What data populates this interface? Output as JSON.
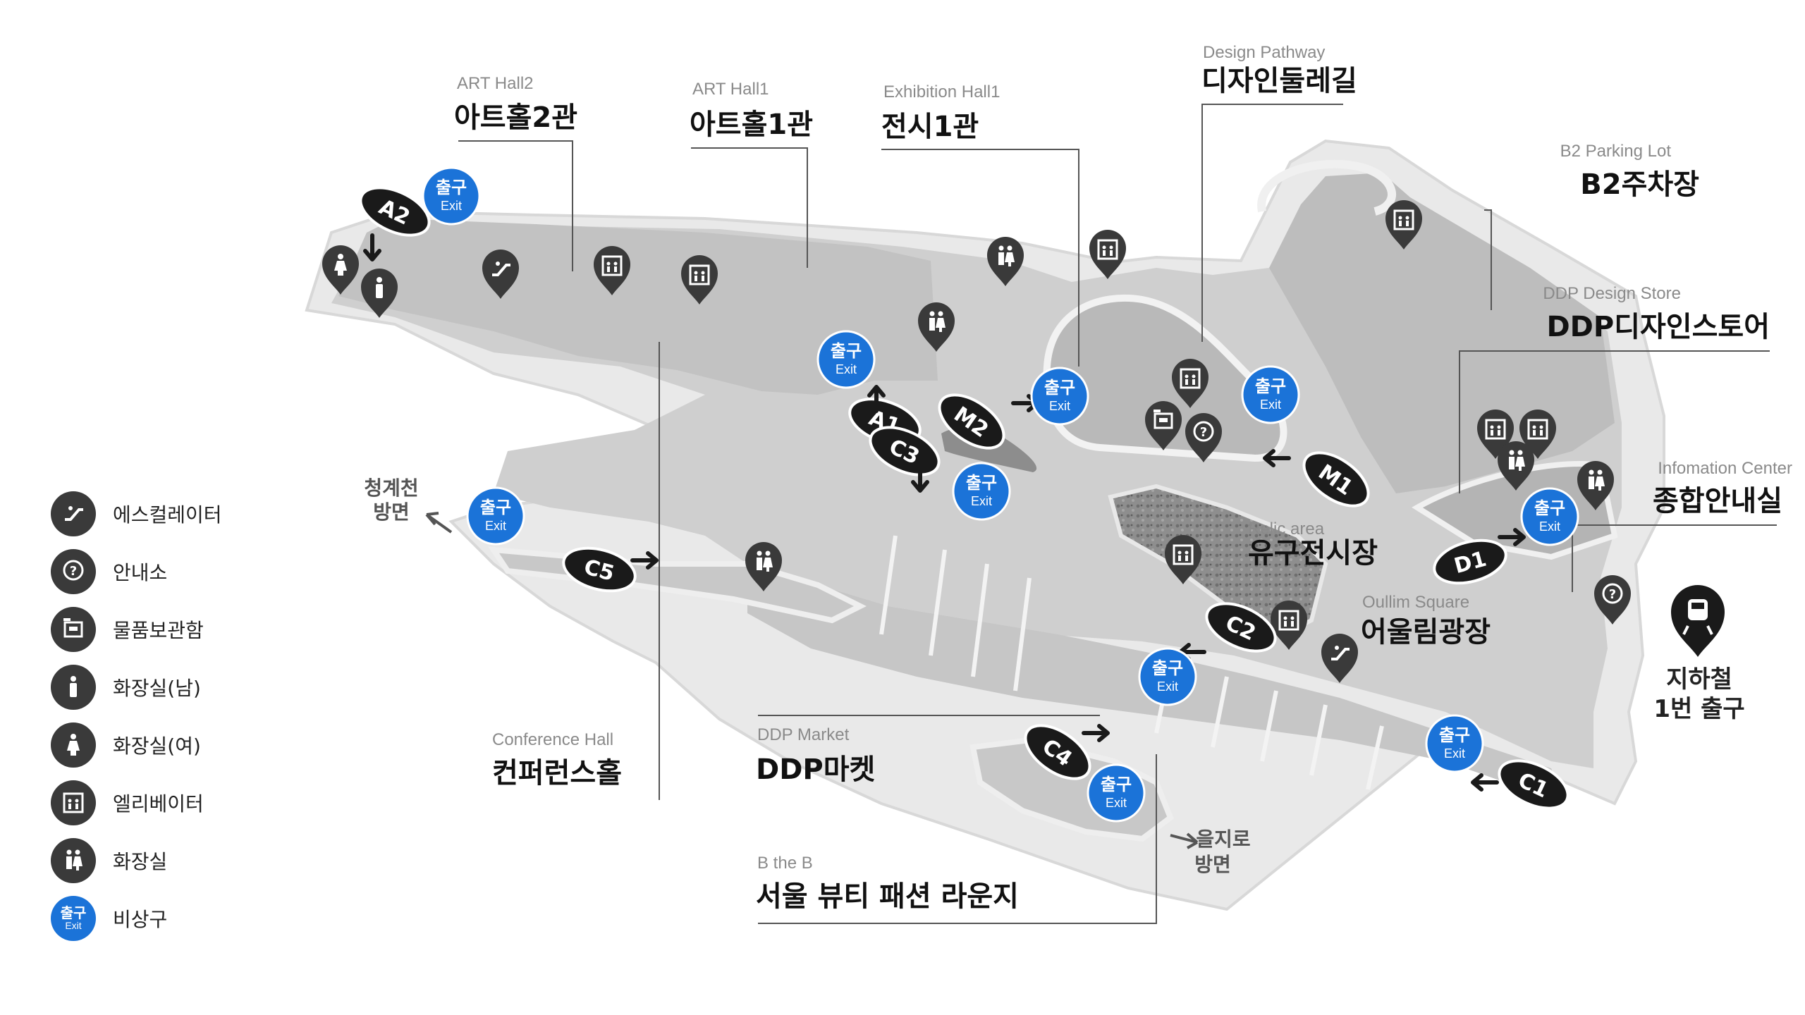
{
  "colors": {
    "floor": "#cfcfcf",
    "floor_dark": "#b7b7b7",
    "wall": "#eeeeee",
    "pin": "#3a3a3a",
    "exit": "#1b73d8",
    "text": "#111111",
    "subtext": "#8a8a8a"
  },
  "areas": {
    "art_hall2": {
      "en": "ART Hall2",
      "ko": "아트홀2관"
    },
    "art_hall1": {
      "en": "ART Hall1",
      "ko": "아트홀1관"
    },
    "exhibition_hall1": {
      "en": "Exhibition Hall1",
      "ko": "전시1관"
    },
    "design_pathway": {
      "en": "Design Pathway",
      "ko": "디자인둘레길"
    },
    "b2_parking": {
      "en": "B2 Parking Lot",
      "ko": "B2주차장"
    },
    "design_store": {
      "en": "DDP Design Store",
      "ko": "DDP디자인스토어"
    },
    "info_center": {
      "en": "Infomation Center",
      "ko": "종합안내실"
    },
    "relic_area": {
      "en": "Relic area",
      "ko": "유구전시장"
    },
    "oullim_square": {
      "en": "Oullim Square",
      "ko": "어울림광장"
    },
    "conference_hall": {
      "en": "Conference Hall",
      "ko": "컨퍼런스홀"
    },
    "ddp_market": {
      "en": "DDP Market",
      "ko": "DDP마켓"
    },
    "b_the_b": {
      "en": "B the B",
      "ko": "서울 뷰티 패션 라운지"
    }
  },
  "directions": {
    "cheonggyecheon": [
      "청계천",
      "방면"
    ],
    "euljiro": [
      "을지로",
      "방면"
    ],
    "subway": [
      "지하철",
      "1번 출구"
    ]
  },
  "exit_label": {
    "ko": "출구",
    "en": "Exit"
  },
  "gates": [
    "A2",
    "A1",
    "M2",
    "C3",
    "M1",
    "C5",
    "C2",
    "D1",
    "C4",
    "C1"
  ],
  "legend": [
    {
      "icon": "escalator-icon",
      "label": "에스컬레이터"
    },
    {
      "icon": "information-icon",
      "label": "안내소"
    },
    {
      "icon": "locker-icon",
      "label": "물품보관함"
    },
    {
      "icon": "restroom-men-icon",
      "label": "화장실(남)"
    },
    {
      "icon": "restroom-women-icon",
      "label": "화장실(여)"
    },
    {
      "icon": "elevator-icon",
      "label": "엘리베이터"
    },
    {
      "icon": "restroom-icon",
      "label": "화장실"
    },
    {
      "icon": "emergency-exit-icon",
      "label": "비상구"
    }
  ]
}
